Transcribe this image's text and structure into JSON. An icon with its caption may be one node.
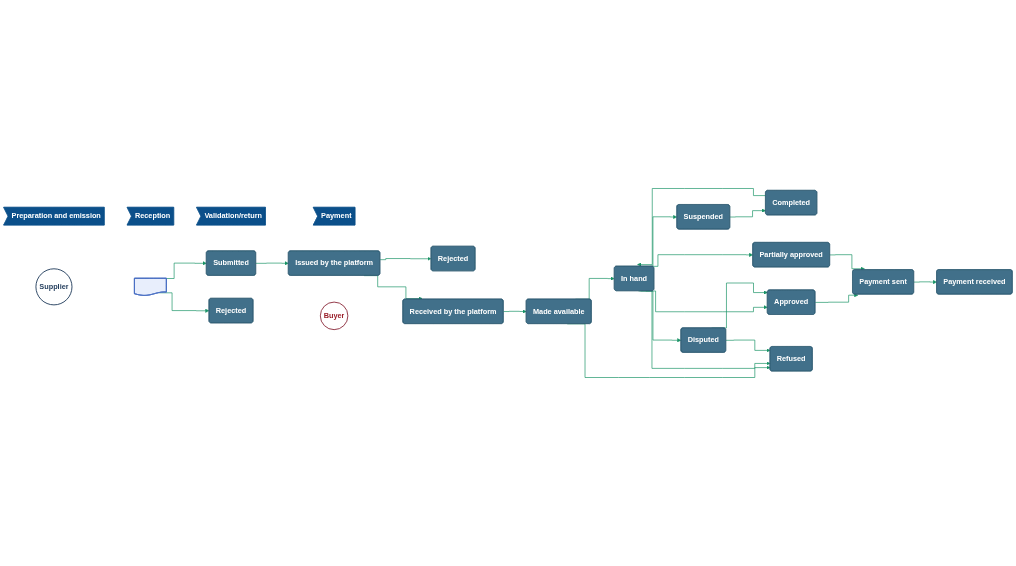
{
  "diagram": {
    "nodes": [
      {
        "text": [
          "Preparation and emission"
        ]
      },
      {
        "text": [
          "Reception"
        ]
      },
      {
        "text": [
          "Validation/return"
        ]
      },
      {
        "text": [
          "Payment"
        ]
      },
      {
        "text": [
          "Supplier"
        ]
      },
      {
        "text": [
          "Buyer"
        ]
      },
      {
        "text": [],
        "shape": "box"
      },
      {
        "text": [
          "Submitted"
        ]
      },
      {
        "text": [
          "Rejected"
        ]
      },
      {
        "text": [
          "Issued by the platform"
        ]
      },
      {
        "text": [
          "Rejected"
        ]
      },
      {
        "text": [
          "Received by the platform"
        ]
      },
      {
        "text": [
          "Made available"
        ]
      },
      {
        "text": [
          "In hand"
        ]
      },
      {
        "text": [
          "Completed"
        ]
      },
      {
        "text": [
          "Payment received"
        ]
      },
      {
        "text": [
          "Suspended"
        ]
      },
      {
        "text": [
          "Disputed"
        ]
      },
      {
        "text": [
          "Approved"
        ]
      },
      {
        "text": [
          "Partially approved"
        ]
      },
      {
        "text": [
          "Payment sent"
        ]
      },
      {
        "text": [
          "Refused"
        ]
      }
    ],
    "edges": [
      {
        "from": 6,
        "to": 7,
        "arrow": "to"
      },
      {
        "from": 6,
        "to": 8,
        "arrow": "to"
      },
      {
        "from": 7,
        "to": 9,
        "arrow": "to"
      },
      {
        "from": 9,
        "to": 10,
        "arrow": "to"
      },
      {
        "from": 9,
        "to": 11,
        "arrow": "to"
      },
      {
        "from": 11,
        "to": 12,
        "arrow": "to"
      },
      {
        "from": 12,
        "to": 13,
        "arrow": "to"
      },
      {
        "from": 12,
        "to": 21,
        "arrow": "to"
      },
      {
        "from": 14,
        "to": 13,
        "arrow": "to"
      },
      {
        "from": 13,
        "to": 16,
        "arrow": "to"
      },
      {
        "from": 13,
        "to": 17,
        "arrow": "to"
      },
      {
        "from": 13,
        "to": 18,
        "arrow": "to"
      },
      {
        "from": 13,
        "to": 19,
        "arrow": "to"
      },
      {
        "from": 13,
        "to": 21,
        "arrow": "to"
      },
      {
        "from": 16,
        "to": 14,
        "arrow": "to"
      },
      {
        "from": 17,
        "to": 18,
        "arrow": "to"
      },
      {
        "from": 17,
        "to": 21,
        "arrow": "to"
      },
      {
        "from": 18,
        "to": 20,
        "arrow": "to"
      },
      {
        "from": 19,
        "to": 20,
        "arrow": "to"
      },
      {
        "from": 20,
        "to": 15,
        "arrow": "to"
      }
    ]
  }
}
